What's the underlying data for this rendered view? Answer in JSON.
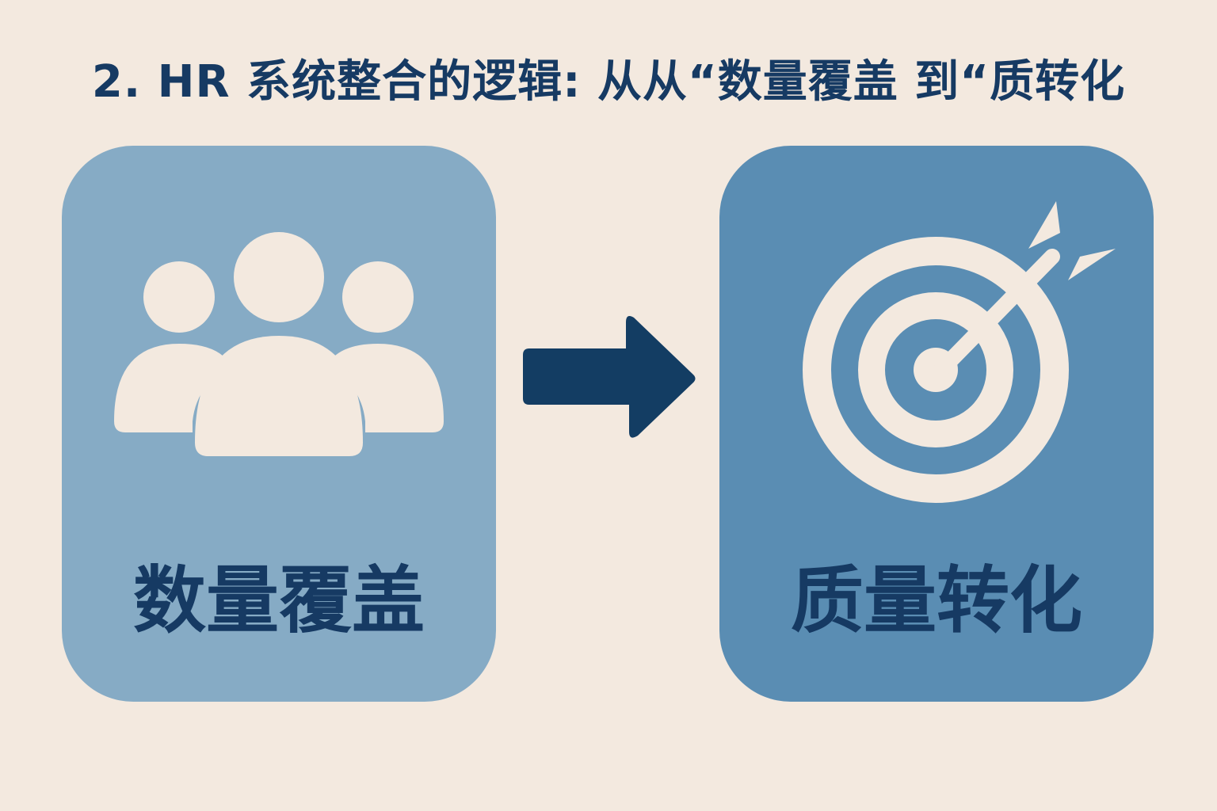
{
  "title": "2. HR 系统整合的逻辑: 从从“数量覆盖 到“质转化",
  "left_card": {
    "label": "数量覆盖",
    "icon": "people-group-icon"
  },
  "right_card": {
    "label": "质量转化",
    "icon": "target-arrow-icon"
  },
  "connector": {
    "icon": "arrow-right-icon"
  },
  "colors": {
    "background": "#f3e9df",
    "left_card": "#86abc5",
    "right_card": "#5a8db3",
    "text": "#163a63",
    "icon": "#f3e9df"
  }
}
